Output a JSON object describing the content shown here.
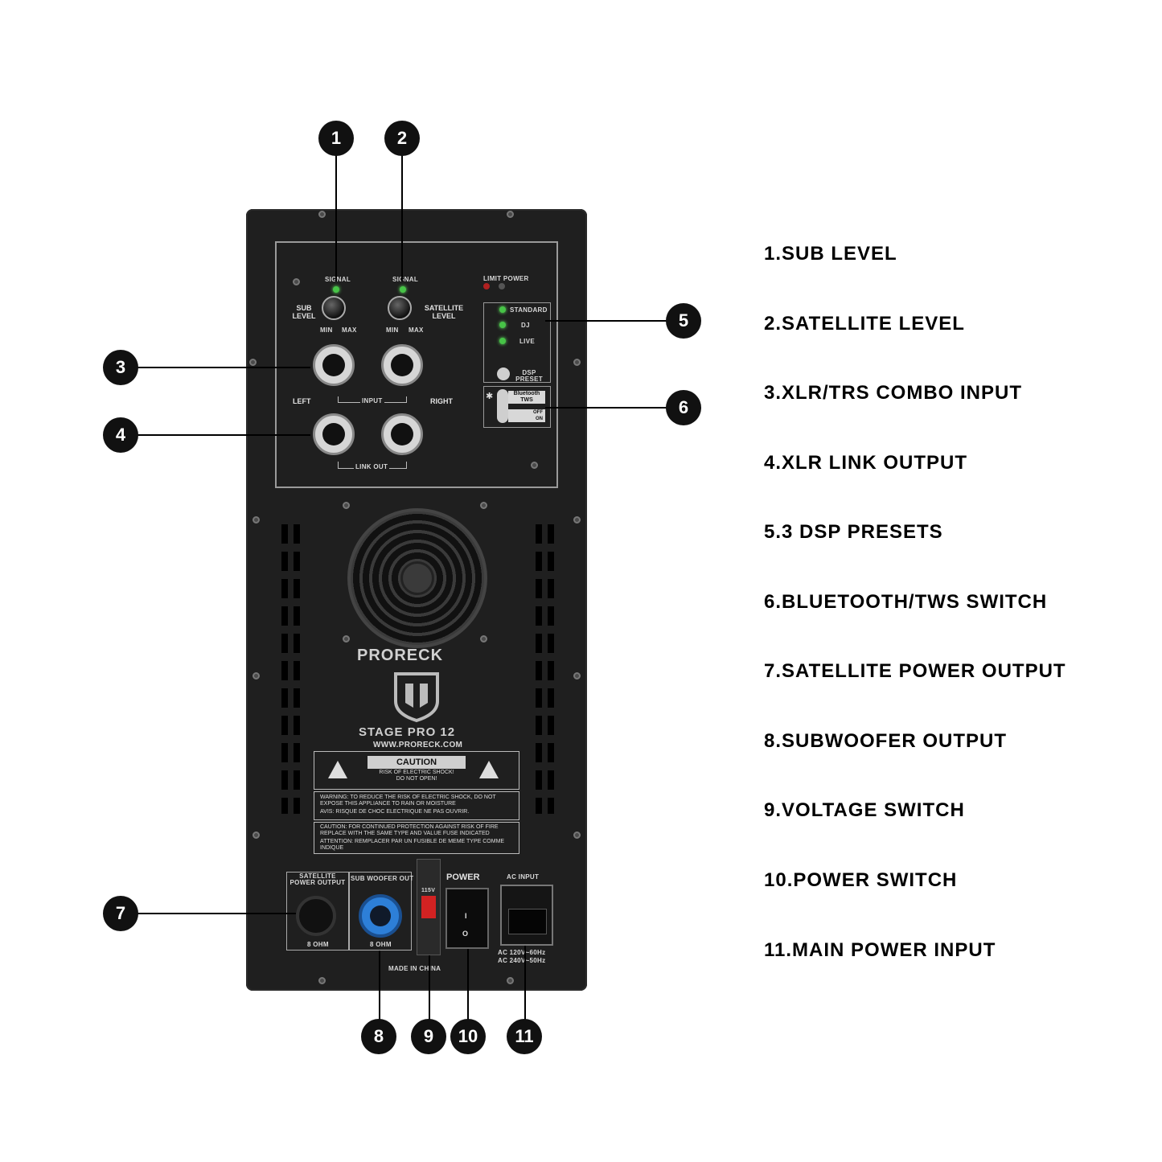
{
  "panel": {
    "signal_label_1": "SIGNAL",
    "signal_label_2": "SIGNAL",
    "sub_level_label": "SUB LEVEL",
    "satellite_level_label": "SATELLITE LEVEL",
    "min_label": "MIN",
    "max_label": "MAX",
    "limit_power_label": "LIMIT POWER",
    "presets": [
      "STANDARD",
      "DJ",
      "LIVE"
    ],
    "dsp_preset_label": "DSP PRESET",
    "bluetooth_label": "Bluetooth",
    "tws_label": "TWS",
    "off_label": "OFF",
    "on_label": "ON",
    "input_label": "INPUT",
    "left_label": "LEFT",
    "right_label": "RIGHT",
    "link_out_label": "LINK OUT",
    "brand": "PRORECK",
    "model": "STAGE PRO 12",
    "website": "WWW.PRORECK.COM",
    "caution_title": "CAUTION",
    "caution_sub_1": "RISK OF ELECTRIC SHOCK!",
    "caution_sub_2": "DO NOT OPEN!",
    "warning_text": "WARNING: TO REDUCE THE RISK OF ELECTRIC SHOCK, DO NOT EXPOSE THIS APPLIANCE TO RAIN OR MOISTURE",
    "avis_text": "AVIS: RISQUE DE CHOC ELECTRIQUE NE PAS OUVRIR.",
    "caution_text": "CAUTION: FOR CONTINUED PROTECTION AGAINST RISK OF FIRE REPLACE WITH THE SAME TYPE AND VALUE FUSE INDICATED",
    "attention_text": "ATTENTION: REMPLACER PAR UN FUSIBLE DE MEME TYPE COMME INDIQUE",
    "satellite_power_output_label": "SATELLITE POWER OUTPUT",
    "sub_woofer_out_label": "SUB WOOFER OUT",
    "ohm_1": "8 OHM",
    "ohm_2": "8 OHM",
    "voltage_label": "115V",
    "power_label": "POWER",
    "power_on_symbol": "I",
    "power_off_symbol": "O",
    "ac_input_label": "AC INPUT",
    "ac_rating_1": "AC 120V~60Hz",
    "ac_rating_2": "AC 240V~50Hz",
    "made_in_label": "MADE IN CHINA"
  },
  "callouts": [
    "1",
    "2",
    "3",
    "4",
    "5",
    "6",
    "7",
    "8",
    "9",
    "10",
    "11"
  ],
  "legend": [
    "1.SUB LEVEL",
    "2.SATELLITE LEVEL",
    "3.XLR/TRS COMBO INPUT",
    "4.XLR LINK OUTPUT",
    "5.3 DSP PRESETS",
    "6.BLUETOOTH/TWS SWITCH",
    "7.SATELLITE POWER OUTPUT",
    "8.SUBWOOFER OUTPUT",
    "9.VOLTAGE SWITCH",
    "10.POWER SWITCH",
    "11.MAIN POWER INPUT"
  ],
  "colors": {
    "panel": "#1f1f1f",
    "led_green": "#47c447",
    "led_red": "#b02020",
    "speakon_blue": "#2d7fd8",
    "voltage_red": "#d22222"
  }
}
